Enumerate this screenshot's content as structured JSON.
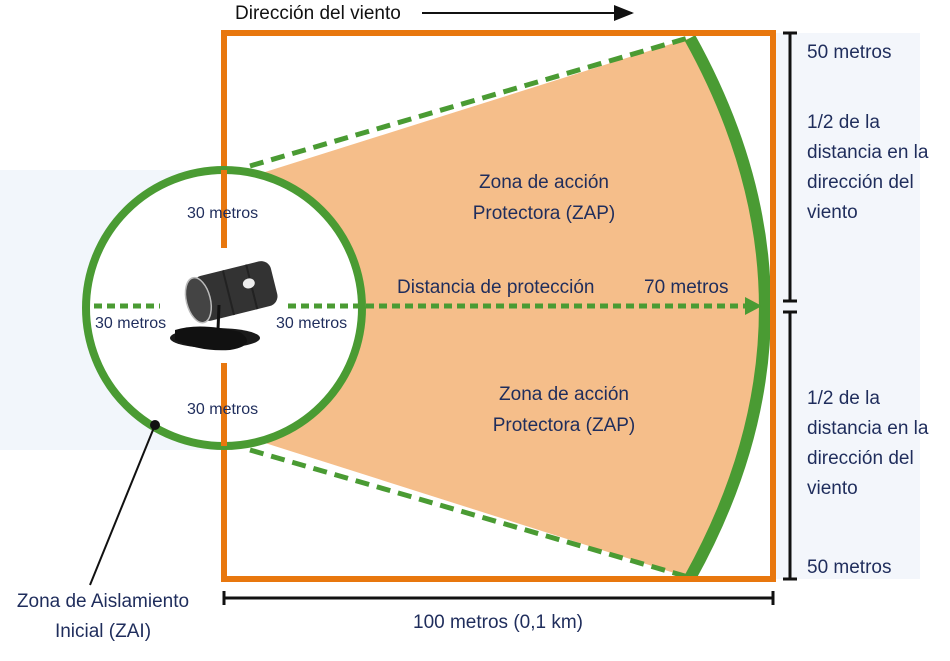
{
  "wind_direction": "Dirección del viento",
  "zap_top": [
    "Zona de acción",
    "Protectora (ZAP)"
  ],
  "zap_bottom": [
    "Zona de acción",
    "Protectora (ZAP)"
  ],
  "protection_distance": "Distancia de protección",
  "protection_value": "70 metros",
  "zai_radius_top": "30 metros",
  "zai_radius_bottom": "30 metros",
  "zai_radius_left": "30 metros",
  "zai_radius_right": "30 metros",
  "zai_label": [
    "Zona de Aislamiento",
    "Inicial (ZAI)"
  ],
  "right_top_value": "50 metros",
  "right_top_desc": [
    "1/2 de la",
    "distancia en la",
    "dirección del",
    "viento"
  ],
  "right_bottom_desc": [
    "1/2 de la",
    "distancia en la",
    "dirección del",
    "viento"
  ],
  "right_bottom_value": "50 metros",
  "bottom_dimension": "100 metros (0,1 km)",
  "colors": {
    "orange": "#E8770E",
    "green": "#4A9B33",
    "zap_fill": "#F5BE8A",
    "text": "#1F2D5C"
  }
}
